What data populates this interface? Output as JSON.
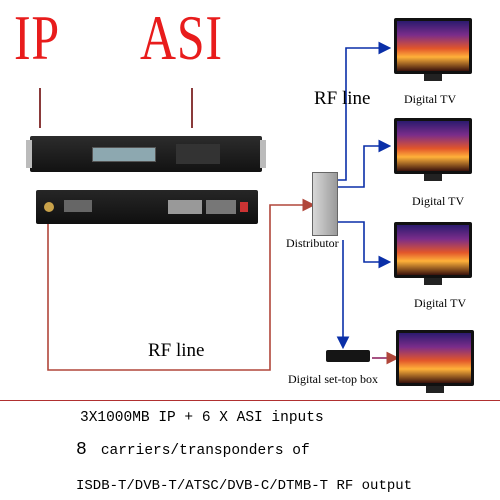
{
  "headline": {
    "left": "IP",
    "right": "ASI"
  },
  "labels": {
    "rf_line_top": "RF line",
    "rf_line_bottom": "RF line",
    "distributor": "Distributor",
    "tvs": [
      "Digital TV",
      "Digital TV",
      "Digital TV"
    ],
    "stb": "Digital set-top box"
  },
  "footer": {
    "line1": "3X1000MB IP + 6 X ASI inputs",
    "line2_num": "8",
    "line2_rest": "carriers/transponders of",
    "line3": "ISDB-T/DVB-T/ATSC/DVB-C/DTMB-T RF output"
  },
  "colors": {
    "headline": "#e81c1c",
    "rf_cable": "#b0463a",
    "arrow": "#0a2fa8",
    "connector": "#8a3a3a"
  }
}
